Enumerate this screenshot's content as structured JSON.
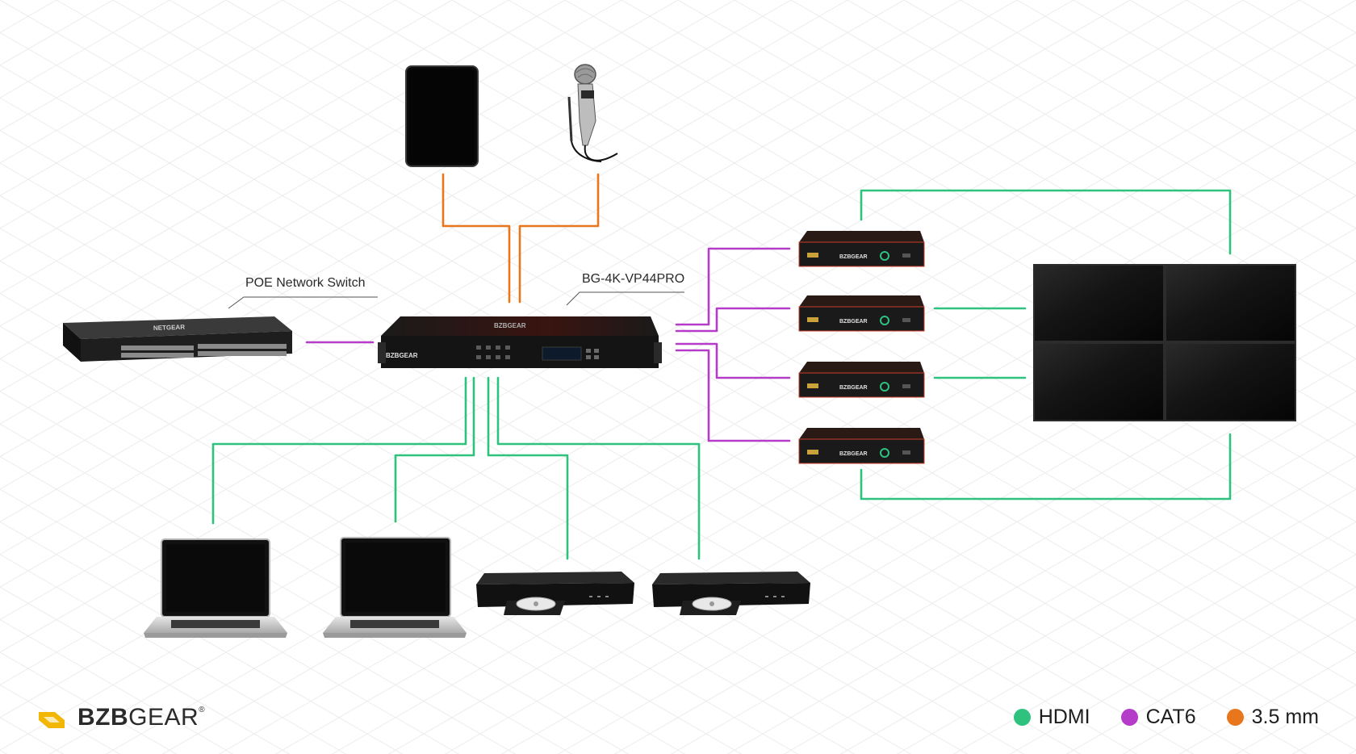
{
  "labels": {
    "switch": "POE Network Switch",
    "processor": "BG-4K-VP44PRO"
  },
  "devices": {
    "processor_brand": "BZBGEAR",
    "receiver_brand": "BZBGEAR",
    "switch_brand": "NETGEAR"
  },
  "brand": {
    "name_bold": "BZB",
    "name_light": "GEAR",
    "trademark": "®",
    "logo_color": "#f2b705"
  },
  "legend": [
    {
      "label": "HDMI",
      "color": "#2ec27e"
    },
    {
      "label": "CAT6",
      "color": "#b43cc8"
    },
    {
      "label": "3.5 mm",
      "color": "#e8761c"
    }
  ],
  "colors": {
    "hdmi": "#2ec27e",
    "cat6": "#b43cc8",
    "audio": "#e8761c",
    "device_dark": "#1c1c1c",
    "accent_red": "#c8402a"
  }
}
